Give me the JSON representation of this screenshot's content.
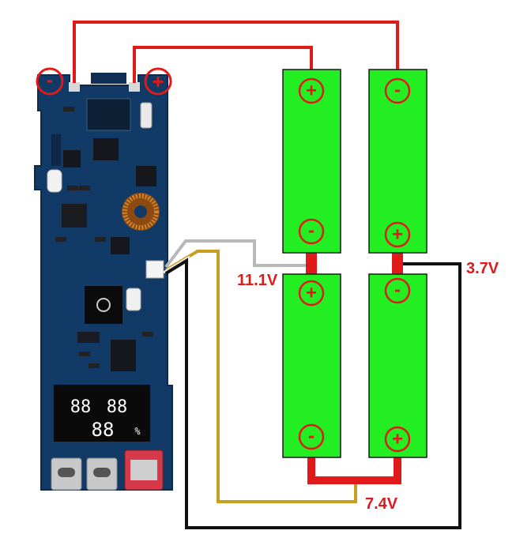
{
  "pcb": {
    "negative_symbol": "-",
    "positive_symbol": "+",
    "display_left_digits": "88",
    "display_right_digits": "88",
    "display_bottom_digits": "88",
    "display_percent": "%"
  },
  "cells": [
    {
      "id": "top-left",
      "top_symbol": "+",
      "bottom_symbol": "-"
    },
    {
      "id": "top-right",
      "top_symbol": "-",
      "bottom_symbol": "+"
    },
    {
      "id": "bottom-left",
      "top_symbol": "+",
      "bottom_symbol": "-"
    },
    {
      "id": "bottom-right",
      "top_symbol": "-",
      "bottom_symbol": "+"
    }
  ],
  "labels": {
    "v_11_1": "11.1V",
    "v_3_7": "3.7V",
    "v_7_4": "7.4V"
  },
  "colors": {
    "cell_fill": "#22ee22",
    "terminal_red": "#e01a1a",
    "wire_red": "#e01a1a",
    "wire_black": "#111111",
    "wire_gray": "#b8b8b8",
    "wire_yellow": "#c8a020",
    "pcb_blue": "#123a66"
  }
}
